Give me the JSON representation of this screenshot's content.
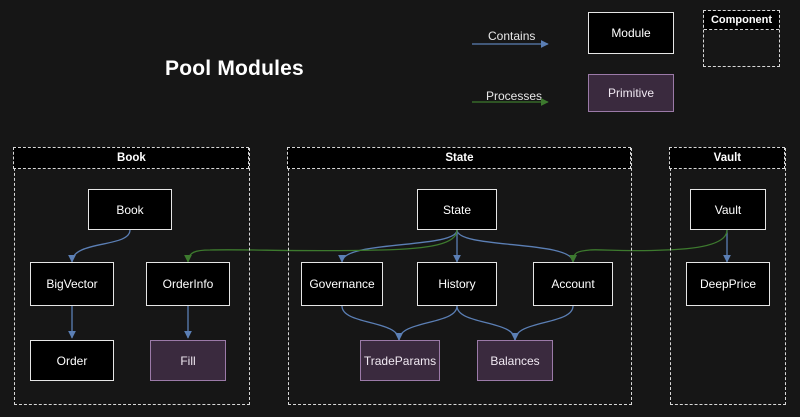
{
  "title": "Pool Modules",
  "colors": {
    "background": "#161616",
    "module_fill": "#000000",
    "module_border": "#e6e6e6",
    "primitive_fill": "#3a2a3e",
    "primitive_border": "#9b7aa8",
    "contains_edge": "#5b7fb5",
    "processes_edge": "#3d7a2e",
    "component_border": "#d8d8d8",
    "text": "#ffffff"
  },
  "legend": {
    "contains_label": "Contains",
    "processes_label": "Processes",
    "module_label": "Module",
    "primitive_label": "Primitive",
    "component_label": "Component"
  },
  "components": [
    {
      "id": "book",
      "label": "Book"
    },
    {
      "id": "state",
      "label": "State"
    },
    {
      "id": "vault",
      "label": "Vault"
    }
  ],
  "nodes": [
    {
      "id": "book_mod",
      "label": "Book",
      "kind": "module",
      "component": "book"
    },
    {
      "id": "bigvector",
      "label": "BigVector",
      "kind": "module",
      "component": "book"
    },
    {
      "id": "orderinfo",
      "label": "OrderInfo",
      "kind": "module",
      "component": "book"
    },
    {
      "id": "order",
      "label": "Order",
      "kind": "module",
      "component": "book"
    },
    {
      "id": "fill",
      "label": "Fill",
      "kind": "primitive",
      "component": "book"
    },
    {
      "id": "state_mod",
      "label": "State",
      "kind": "module",
      "component": "state"
    },
    {
      "id": "governance",
      "label": "Governance",
      "kind": "module",
      "component": "state"
    },
    {
      "id": "history",
      "label": "History",
      "kind": "module",
      "component": "state"
    },
    {
      "id": "account",
      "label": "Account",
      "kind": "module",
      "component": "state"
    },
    {
      "id": "tradeparams",
      "label": "TradeParams",
      "kind": "primitive",
      "component": "state"
    },
    {
      "id": "balances",
      "label": "Balances",
      "kind": "primitive",
      "component": "state"
    },
    {
      "id": "vault_mod",
      "label": "Vault",
      "kind": "module",
      "component": "vault"
    },
    {
      "id": "deepprice",
      "label": "DeepPrice",
      "kind": "module",
      "component": "vault"
    }
  ],
  "edges": [
    {
      "from": "book_mod",
      "to": "bigvector",
      "type": "contains"
    },
    {
      "from": "bigvector",
      "to": "order",
      "type": "contains"
    },
    {
      "from": "orderinfo",
      "to": "fill",
      "type": "contains"
    },
    {
      "from": "state_mod",
      "to": "governance",
      "type": "contains"
    },
    {
      "from": "state_mod",
      "to": "history",
      "type": "contains"
    },
    {
      "from": "state_mod",
      "to": "account",
      "type": "contains"
    },
    {
      "from": "governance",
      "to": "tradeparams",
      "type": "contains"
    },
    {
      "from": "history",
      "to": "tradeparams",
      "type": "contains"
    },
    {
      "from": "history",
      "to": "balances",
      "type": "contains"
    },
    {
      "from": "account",
      "to": "balances",
      "type": "contains"
    },
    {
      "from": "vault_mod",
      "to": "deepprice",
      "type": "contains"
    },
    {
      "from": "state_mod",
      "to": "orderinfo",
      "type": "processes"
    },
    {
      "from": "vault_mod",
      "to": "account",
      "type": "processes"
    }
  ]
}
